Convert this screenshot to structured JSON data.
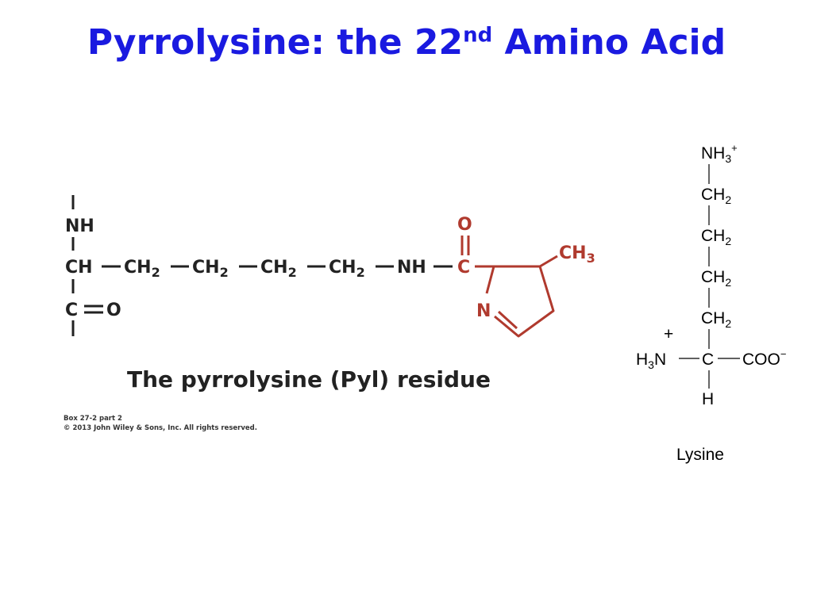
{
  "slide": {
    "title_main": "Pyrrolysine: the 22",
    "title_sup": "nd",
    "title_rest": " Amino Acid"
  },
  "pyl": {
    "nh": "NH",
    "ch": "CH",
    "ch2_c": "CH",
    "two": "2",
    "c": "C",
    "o": "O",
    "nh2": "NH",
    "carbonyl_o": "O",
    "carbonyl_c": "C",
    "ring_n": "N",
    "ch3_c": "CH",
    "three": "3",
    "caption": "The pyrrolysine (Pyl) residue",
    "credit_1": "Box 27-2 part 2",
    "credit_2": "© 2013 John Wiley & Sons, Inc. All rights reserved."
  },
  "lysine": {
    "nh3": "NH",
    "sub3": "3",
    "plus": "+",
    "ch": "CH",
    "sub2": "2",
    "h3n_h": "H",
    "h3n_n": "N",
    "alpha_c": "C",
    "coo": "COO",
    "minus": "−",
    "h": "H",
    "name": "Lysine"
  }
}
